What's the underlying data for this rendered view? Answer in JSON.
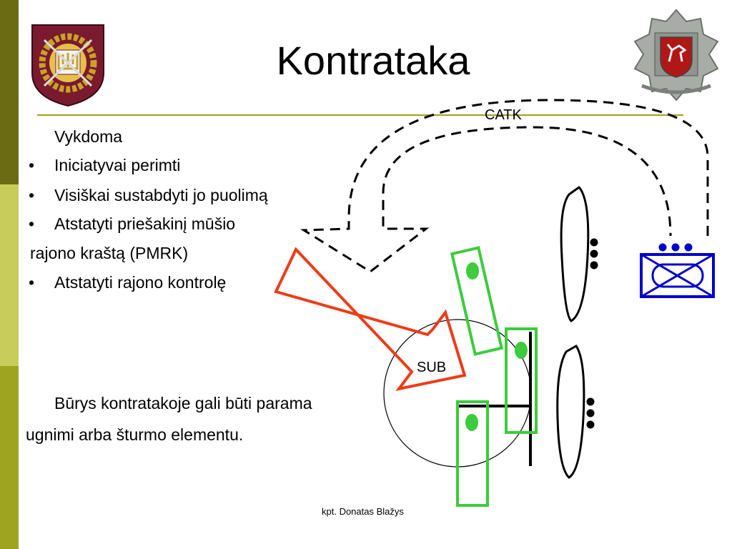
{
  "slide": {
    "title": "Kontrataka",
    "intro": "Vykdoma",
    "bullets": [
      "Iniciatyvai perimti",
      "Visiškai sustabdyti jo puolimą",
      "Atstatyti priešakinį mūšio",
      "Atstatyti rajono kontrolę"
    ],
    "bullet3_continuation": "rajono kraštą (PMRK)",
    "paragraph_line1": "Būrys kontratakoje gali būti parama",
    "paragraph_line2": "ugnimi arba šturmo elementu.",
    "bullet_glyph": "•",
    "footer": "kpt. Donatas Blažys"
  },
  "diagram": {
    "labels": {
      "catk": "CATK",
      "sub": "SUB"
    },
    "colors": {
      "counterattack_arrow": "#ee3b16",
      "friendly_positions": "#3ccc3c",
      "unit_symbol": "#0000cc",
      "dashed_arrow": "#000000"
    },
    "icons": [
      "left-emblem-icon",
      "right-emblem-icon"
    ]
  }
}
